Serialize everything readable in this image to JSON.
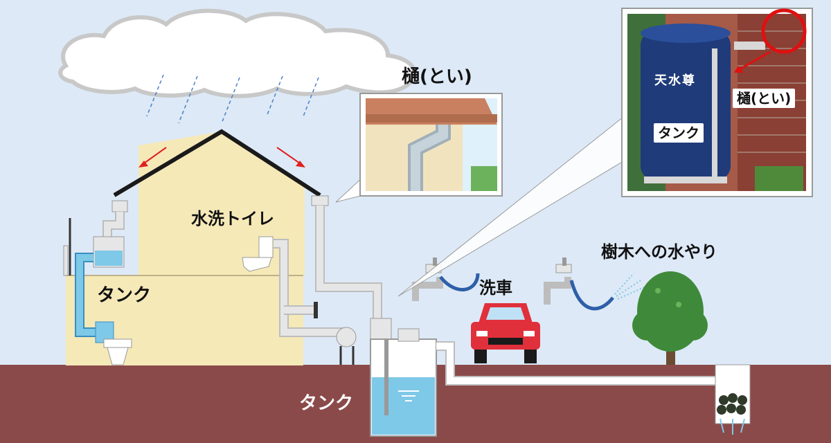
{
  "labels": {
    "gutter_callout": "樋(とい)",
    "flush_toilet": "水洗トイレ",
    "tank_house": "タンク",
    "tank_underground": "タンク",
    "car_wash": "洗車",
    "watering_trees": "樹木への水やり",
    "photo_tank_brand": "天水尊",
    "photo_tank_label": "タンク",
    "photo_gutter_label": "樋(とい)"
  },
  "colors": {
    "sky": "#dde9f6",
    "ground": "#8b4a4a",
    "house_wall": "#f5e9b8",
    "roof": "#1a1a1a",
    "pipe": "#e6e6e6",
    "water": "#7ec8e8",
    "tank_photo": "#1f3b7a",
    "car": "#e0303c",
    "tree": "#3f8a3a",
    "arrow": "#e02020"
  }
}
